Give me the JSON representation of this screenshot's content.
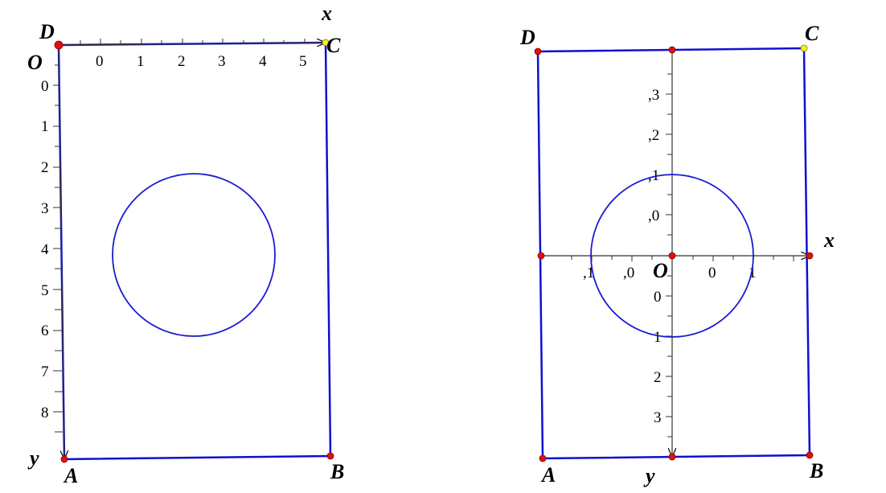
{
  "left_panel": {
    "vertices": {
      "D": "D",
      "C": "C",
      "A": "A",
      "B": "B",
      "O": "O"
    },
    "axis_x_label": "x",
    "axis_y_label": "y",
    "x_ticks": [
      "0",
      "1",
      "2",
      "3",
      "4",
      "5"
    ],
    "y_ticks": [
      "0",
      "1",
      "2",
      "3",
      "4",
      "5",
      "6",
      "7",
      "8"
    ]
  },
  "right_panel": {
    "vertices": {
      "D": "D",
      "C": "C",
      "A": "A",
      "B": "B",
      "O": "O"
    },
    "axis_x_label": "x",
    "axis_y_label": "y",
    "x_ticks": [
      ",1",
      ",0",
      "0",
      "1"
    ],
    "y_ticks_up": [
      ",3",
      ",2",
      ",1",
      ",0"
    ],
    "y_ticks_down": [
      "0",
      "1",
      "2",
      "3"
    ]
  },
  "colors": {
    "edge": "#1010d0",
    "circle": "#1a1ad0",
    "point": "#e01010",
    "point_c": "#f5f020"
  }
}
